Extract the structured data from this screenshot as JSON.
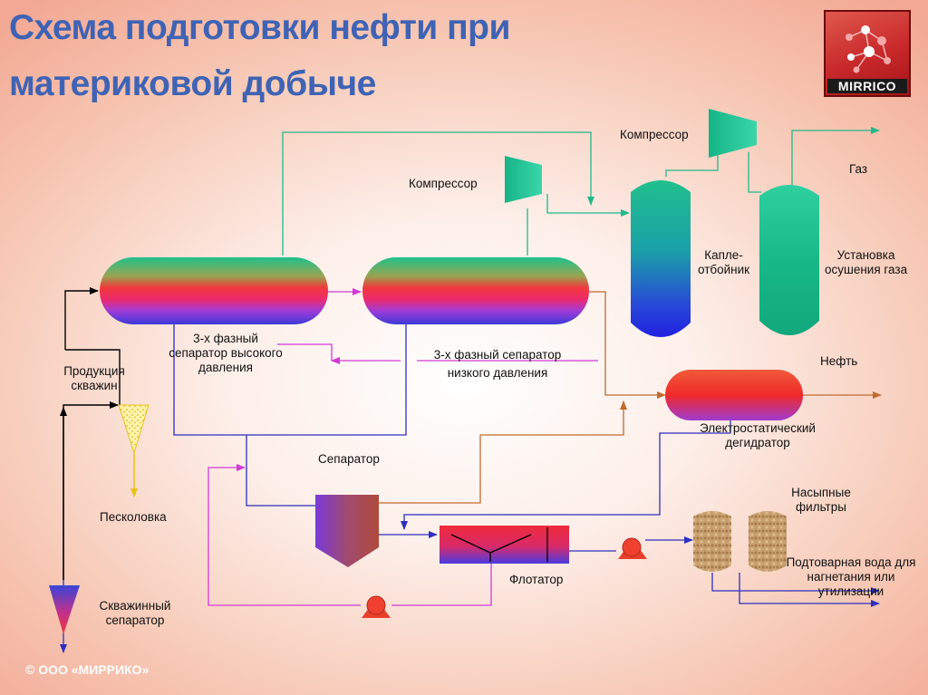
{
  "title": {
    "line1": "Схема подготовки нефти при",
    "line2": "материковой добыче"
  },
  "logo": {
    "brand": "MIRRICO",
    "icon": "molecule-network-icon"
  },
  "labels": {
    "compressor_top": "Компрессор",
    "compressor_mid": "Компрессор",
    "gas": "Газ",
    "droplet_separator_1": "Капле-",
    "droplet_separator_2": "отбойник",
    "gas_drying_1": "Установка",
    "gas_drying_2": "осушения газа",
    "oil": "Нефть",
    "hp_separator_1": "3-х фазный",
    "hp_separator_2": "сепаратор высокого",
    "hp_separator_3": "давления",
    "lp_separator_1": "3-х фазный сепаратор",
    "lp_separator_2": "низкого давления",
    "well_production_1": "Продукция",
    "well_production_2": "скважин",
    "dehydrator_1": "Электростатический",
    "dehydrator_2": "дегидратор",
    "separator": "Сепаратор",
    "sand_trap": "Песколовка",
    "bulk_filters_1": "Насыпные",
    "bulk_filters_2": "фильтры",
    "produced_water_1": "Подтоварная вода для",
    "produced_water_2": "нагнетания или",
    "produced_water_3": "утилизации",
    "flotator": "Флотатор",
    "well_separator_1": "Скважинный",
    "well_separator_2": "сепаратор"
  },
  "copyright": "© ООО «МИРРИКО»",
  "colors": {
    "title": "#3f63b4",
    "gas_line": "#20b98a",
    "oil_line": "#c06a2e",
    "water_line": "#2d2fc0",
    "recycle_line": "#d13ad6",
    "sand_line": "#e8c21a",
    "main_line": "#000000"
  }
}
